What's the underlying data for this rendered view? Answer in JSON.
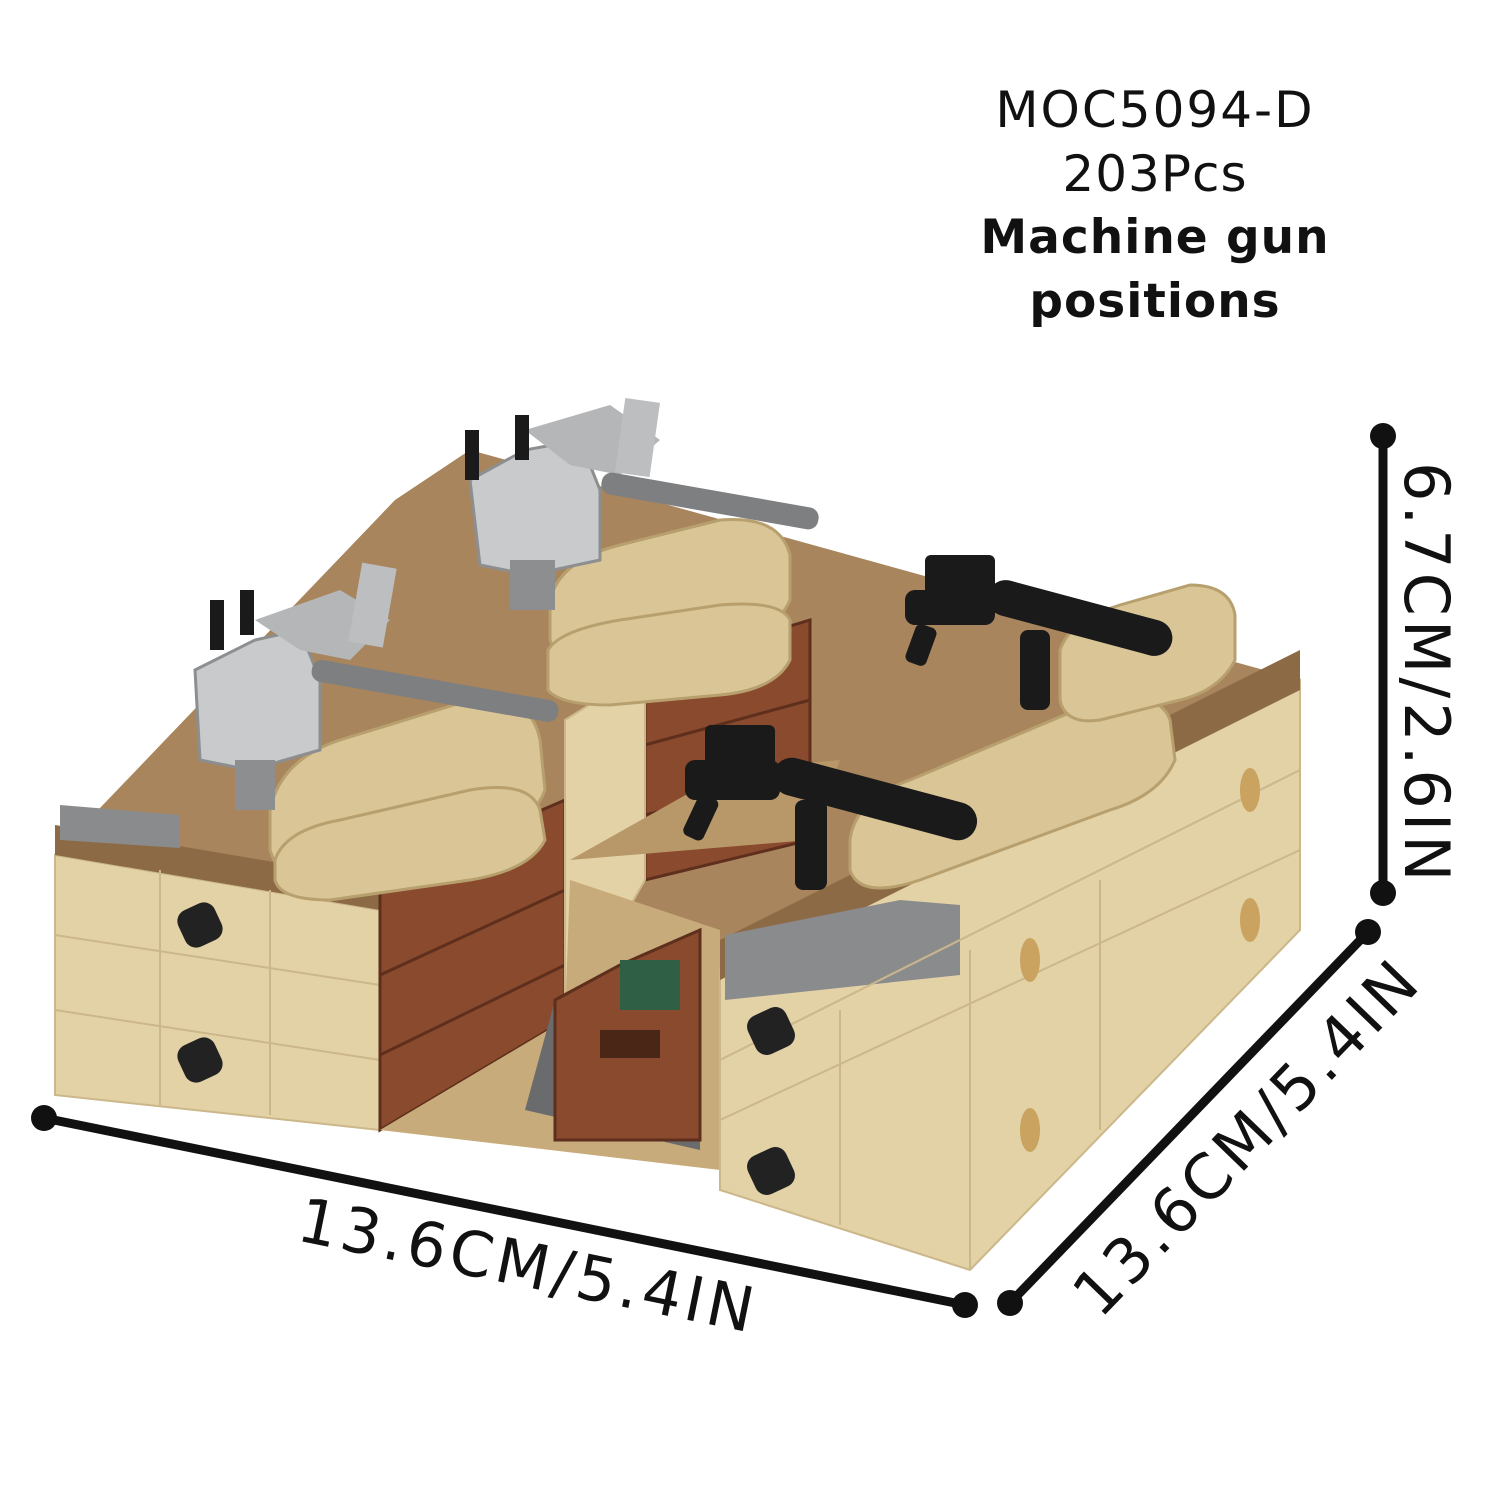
{
  "product": {
    "model": "MOC5094-D",
    "pieces": "203Pcs",
    "name": "Machine gun positions"
  },
  "dimensions": {
    "height": "6.7CM/2.6IN",
    "width": "13.6CM/5.4IN",
    "depth": "13.6CM/5.4IN"
  },
  "colors": {
    "tan": "#e3d2a6",
    "dark_tan": "#a8855c",
    "sandbag": "#d9c596",
    "brick_brown": "#8a4a2e",
    "gray": "#7b7c7e",
    "light_gray": "#c9cacc",
    "black": "#1a1a1a"
  }
}
